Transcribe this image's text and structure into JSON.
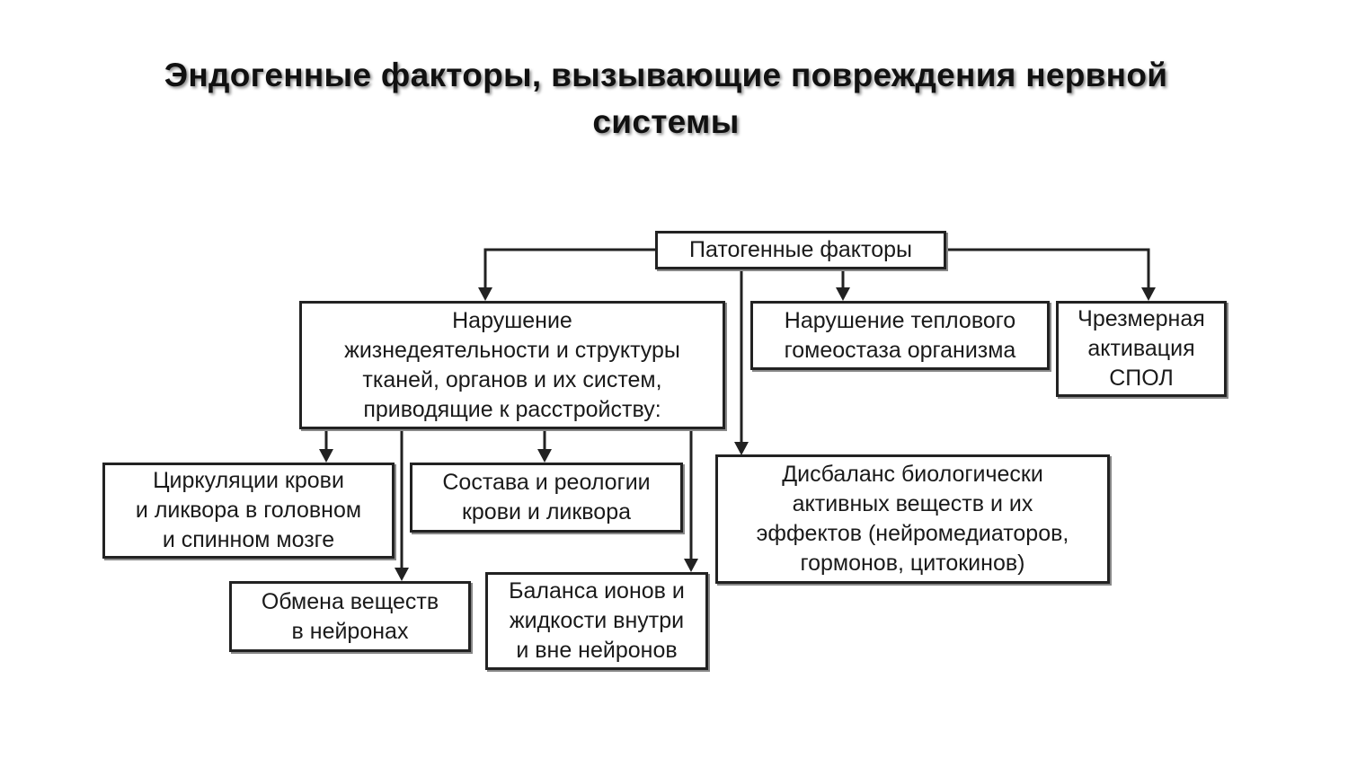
{
  "title": "Эндогенные факторы, вызывающие повреждения нервной\nсистемы",
  "diagram": {
    "root": "Патогенные факторы",
    "level1": {
      "disorder": "Нарушение\nжизнедеятельности и структуры\nтканей, органов и их систем,\nприводящие к расстройству:",
      "thermal": "Нарушение теплового\nгомеостаза организма",
      "spol": "Чрезмерная\nактивация\nСПОЛ",
      "imbalance": "Дисбаланс биологически\nактивных веществ и их\nэффектов (нейромедиаторов,\nгормонов, цитокинов)"
    },
    "level2": {
      "circulation": "Циркуляции крови\nи ликвора в головном\nи спинном мозге",
      "composition": "Состава и реологии\nкрови и ликвора",
      "metabolism": "Обмена веществ\nв нейронах",
      "ion_balance": "Баланса ионов и\nжидкости внутри\nи вне нейронов"
    },
    "colors": {
      "line": "#222222",
      "text": "#1a1a1a",
      "background": "#ffffff"
    }
  }
}
